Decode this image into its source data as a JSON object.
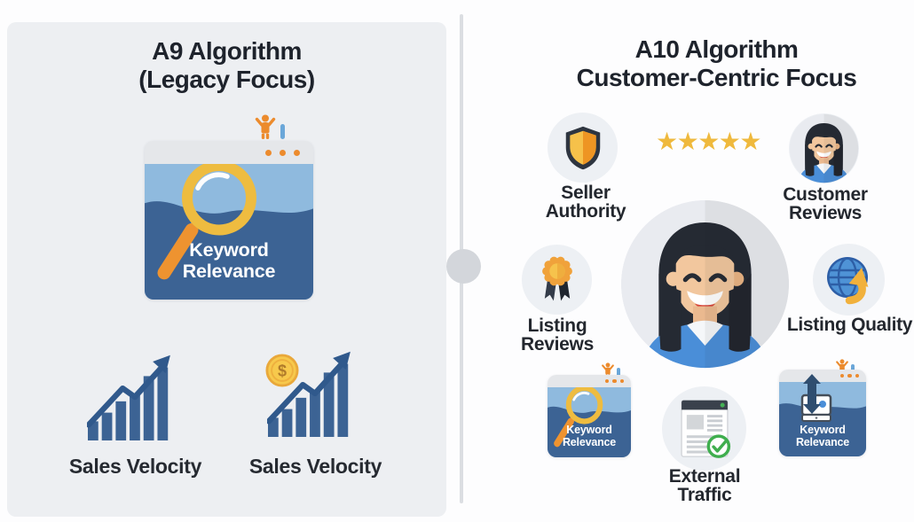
{
  "colors": {
    "left_panel_bg": "#edeff2",
    "right_panel_bg": "#fdfdfe",
    "title_text": "#1e232c",
    "card_header_gray": "#e5e7ea",
    "card_light_blue": "#8fbade",
    "card_dark_blue": "#3c6394",
    "accent_orange": "#ec8b2d",
    "magnifier_gold": "#eebc40",
    "star_gold": "#efb93d",
    "bar_blue": "#3c6394",
    "arrow_blue": "#30598c",
    "coin_yellow": "#f7c94c",
    "check_green": "#3fae4e",
    "shirt_blue": "#4a8ed8"
  },
  "left": {
    "title_line1": "A9 Algorithm",
    "title_line2": "(Legacy Focus)",
    "keyword_card": {
      "line1": "Keyword",
      "line2": "Relevance"
    },
    "coin_symbol": "$",
    "sales_velocity_1": "Sales Velocity",
    "sales_velocity_2": "Sales Velocity"
  },
  "right": {
    "title_line1": "A10 Algorithm",
    "title_line2": "Customer-Centric Focus",
    "stars": "★★★★★",
    "seller_authority": {
      "line1": "Seller",
      "line2": "Authority"
    },
    "customer_reviews": {
      "line1": "Customer",
      "line2": "Reviews"
    },
    "listing_reviews": {
      "line1": "Listing",
      "line2": "Reviews"
    },
    "listing_quality": "Listing Quality",
    "external_traffic": {
      "line1": "External",
      "line2": "Traffic"
    },
    "keyword_card_search": {
      "line1": "Keyword",
      "line2": "Relevance"
    },
    "keyword_card_sync": {
      "line1": "Keyword",
      "line2": "Relevance"
    }
  },
  "icons": {
    "left": [
      "cheer-figure-icon",
      "browser-dots-icon",
      "magnifier-icon",
      "growth-bars-arrow-icon",
      "dollar-coin-icon"
    ],
    "right": [
      "shield-icon",
      "five-stars-icon",
      "woman-avatar-icon",
      "award-medal-icon",
      "globe-up-arrow-icon",
      "webpage-check-icon",
      "magnifier-icon",
      "sync-printer-icon",
      "cheer-figure-icon"
    ]
  }
}
